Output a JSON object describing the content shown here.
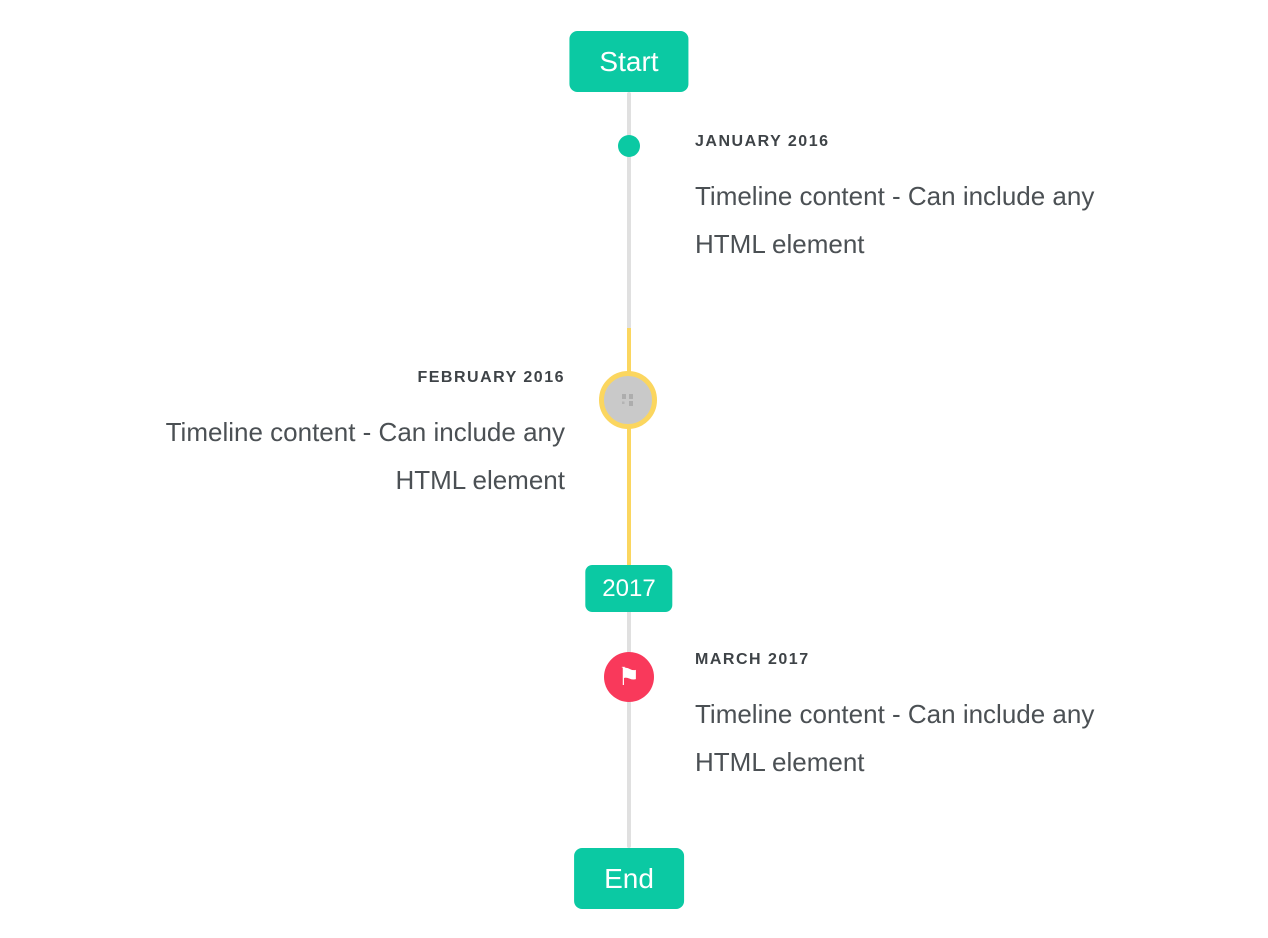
{
  "timeline": {
    "start_label": "Start",
    "year_label": "2017",
    "end_label": "End",
    "items": [
      {
        "title": "JANUARY 2016",
        "content": "Timeline content - Can include any HTML element",
        "side": "right",
        "marker": "teal-dot"
      },
      {
        "title": "FEBRUARY 2016",
        "content": "Timeline content - Can include any HTML element",
        "side": "left",
        "marker": "image-circle-highlighted"
      },
      {
        "title": "MARCH 2017",
        "content": "Timeline content - Can include any HTML element",
        "side": "right",
        "marker": "flag-circle"
      }
    ],
    "icons": {
      "flag": "⚑",
      "broken_image": "broken-image-placeholder"
    },
    "colors": {
      "accent": "#0bc9a3",
      "highlight": "#fbd65f",
      "danger": "#f9395b",
      "line": "#e0e0e0",
      "muted_circle": "#c9c9c9",
      "heading": "#3e4347",
      "text": "#4b5054"
    }
  }
}
